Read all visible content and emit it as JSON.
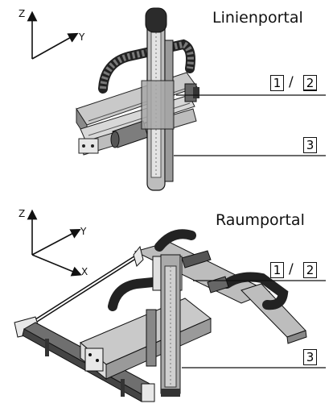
{
  "figures": [
    {
      "title": "Linienportal",
      "axes": {
        "z": "Z",
        "y": "Y"
      },
      "callouts": {
        "first": "1",
        "separator": "/",
        "second": "2",
        "third": "3"
      }
    },
    {
      "title": "Raumportal",
      "axes": {
        "z": "Z",
        "y": "Y",
        "x": "X"
      },
      "callouts": {
        "first": "1",
        "separator": "/",
        "second": "2",
        "third": "3"
      }
    }
  ]
}
